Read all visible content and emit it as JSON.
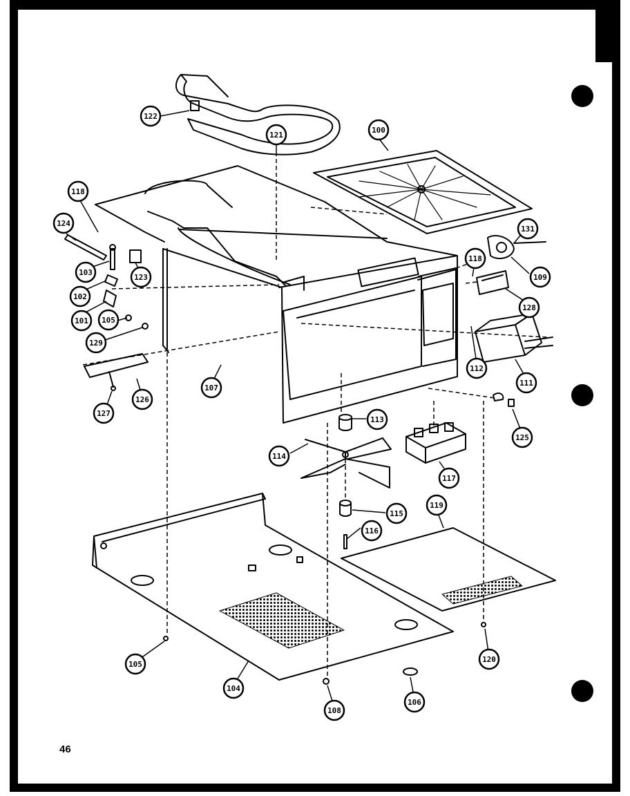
{
  "page": {
    "page_number": "46",
    "background": "#ffffff",
    "ink": "#000000",
    "border_color": "#000000"
  },
  "callouts": [
    {
      "id": "c122",
      "label": "122"
    },
    {
      "id": "c121",
      "label": "121"
    },
    {
      "id": "c100",
      "label": "100"
    },
    {
      "id": "c118a",
      "label": "118"
    },
    {
      "id": "c124",
      "label": "124"
    },
    {
      "id": "c103",
      "label": "103"
    },
    {
      "id": "c123",
      "label": "123"
    },
    {
      "id": "c102",
      "label": "102"
    },
    {
      "id": "c101",
      "label": "101"
    },
    {
      "id": "c105a",
      "label": "105"
    },
    {
      "id": "c129",
      "label": "129"
    },
    {
      "id": "c131",
      "label": "131"
    },
    {
      "id": "c118b",
      "label": "118"
    },
    {
      "id": "c109",
      "label": "109"
    },
    {
      "id": "c128",
      "label": "128"
    },
    {
      "id": "c112",
      "label": "112"
    },
    {
      "id": "c111",
      "label": "111"
    },
    {
      "id": "c107",
      "label": "107"
    },
    {
      "id": "c126",
      "label": "126"
    },
    {
      "id": "c127",
      "label": "127"
    },
    {
      "id": "c113",
      "label": "113"
    },
    {
      "id": "c114",
      "label": "114"
    },
    {
      "id": "c117",
      "label": "117"
    },
    {
      "id": "c125",
      "label": "125"
    },
    {
      "id": "c115",
      "label": "115"
    },
    {
      "id": "c119",
      "label": "119"
    },
    {
      "id": "c116",
      "label": "116"
    },
    {
      "id": "c105b",
      "label": "105"
    },
    {
      "id": "c104",
      "label": "104"
    },
    {
      "id": "c108",
      "label": "108"
    },
    {
      "id": "c106",
      "label": "106"
    },
    {
      "id": "c120",
      "label": "120"
    }
  ]
}
